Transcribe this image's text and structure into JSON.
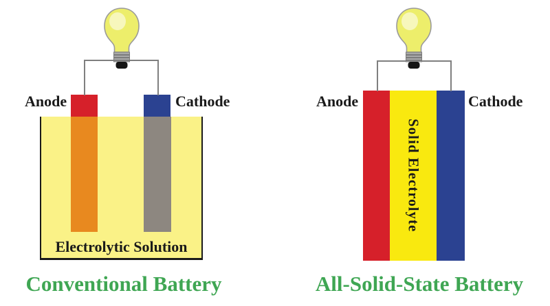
{
  "colors": {
    "anode-red": "#D6202A",
    "cathode-blue": "#2B4291",
    "anode-orange": "#E8891F",
    "cathode-gray": "#8D8780",
    "solution-yellow": "#FAF287",
    "electrolyte-yellow": "#F9E90F",
    "title-green": "#3FA653",
    "wire-gray": "#7F7F7F",
    "ink-black": "#1A1A1A"
  },
  "left_panel": {
    "anode_label": "Anode",
    "cathode_label": "Cathode",
    "solution_label": "Electrolytic Solution",
    "title": "Conventional Battery"
  },
  "right_panel": {
    "anode_label": "Anode",
    "cathode_label": "Cathode",
    "electrolyte_label": "Solid Electrolyte",
    "title": "All-Solid-State Battery"
  }
}
